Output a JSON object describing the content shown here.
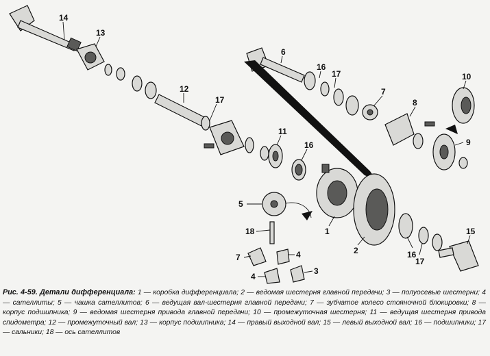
{
  "figure": {
    "callouts": [
      "14",
      "13",
      "12",
      "17",
      "11",
      "16",
      "6",
      "16",
      "17",
      "7",
      "8",
      "10",
      "9",
      "5",
      "18",
      "7",
      "4",
      "4",
      "3",
      "1",
      "2",
      "16",
      "17",
      "15"
    ]
  },
  "caption": {
    "title": "Рис. 4-59. Детали дифференциала:",
    "items": [
      "1 — коробка дифференциала;",
      "2 — ведомая шестерня главной передачи;",
      "3 — полуосевые шестерни;",
      "4 — сателлиты;",
      "5 — чашка сателлитов;",
      "6 — ведущая вал-шестерня главной передачи;",
      "7 — зубчатое колесо стояночной блокировки;",
      "8 — корпус подшипника;",
      "9 — ведомая шестерня привода главной передачи;",
      "10 — промежуточная шестерня;",
      "11 — ведущая шестерня привода спидометра;",
      "12 — промежуточный вал;",
      "13 — корпус подшипника;",
      "14 — правый выходной вал;",
      "15 — левый выходной вал;",
      "16 — подшипники;",
      "17 — сальники;",
      "18 — ось сателлитов"
    ]
  }
}
